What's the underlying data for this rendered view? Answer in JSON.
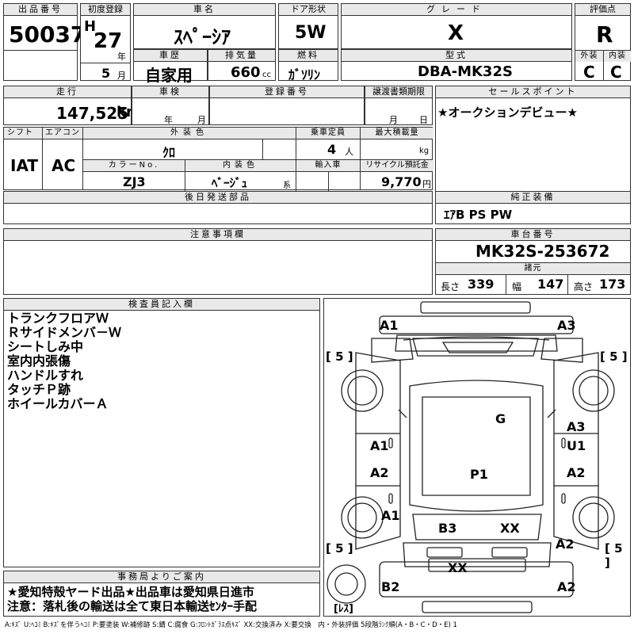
{
  "labels": {
    "lot_no": "出品番号",
    "first_reg": "初度登録",
    "car_name": "車名",
    "door": "ドア形状",
    "grade": "グレード",
    "score": "評価点",
    "year_unit": "年",
    "month_unit": "月",
    "history": "車歴",
    "displacement": "排気量",
    "fuel": "燃料",
    "model": "型式",
    "exterior": "外装",
    "interior": "内装",
    "mileage": "走行",
    "inspection": "車検",
    "reg_no": "登録番号",
    "transfer": "譲渡書類期限",
    "sales_point": "セールスポイント",
    "shift": "シフト",
    "aircon": "エアコン",
    "ext_color": "外装色",
    "capacity": "乗車定員",
    "max_load": "最大積載量",
    "color_no": "カラーNo.",
    "int_color": "内装色",
    "import": "輸入車",
    "recycle": "リサイクル預託金",
    "later_parts": "後日発送部品",
    "equipment": "純正装備",
    "notes_caution": "注意事項欄",
    "chassis": "車台番号",
    "specs": "諸元",
    "length": "長さ",
    "width": "幅",
    "height": "高さ",
    "inspector": "検査員記入欄",
    "office": "事務局よりご案内",
    "cc_unit": "cc",
    "km_unit": "km",
    "person_unit": "人",
    "kg_unit": "kg",
    "yen_unit": "円",
    "kei_unit": "系",
    "insp_year": "年",
    "insp_month": "月",
    "transfer_month": "月",
    "transfer_day": "日"
  },
  "values": {
    "lot_no": "50037",
    "era": "H",
    "year": "27",
    "month": "5",
    "car_name": "ｽﾍﾟｰｼｱ",
    "door": "5W",
    "grade": "X",
    "score": "R",
    "history": "自家用",
    "displacement": "660",
    "fuel": "ｶﾞｿﾘﾝ",
    "model": "DBA-MK32S",
    "exterior_grade": "C",
    "interior_grade": "C",
    "mileage": "147,525",
    "sales_point": "★オークションデビュー★",
    "shift": "IAT",
    "aircon": "AC",
    "ext_color": "ｸﾛ",
    "capacity": "4",
    "color_no": "ZJ3",
    "int_color": "ﾍﾞｰｼﾞｭ",
    "recycle": "9,770",
    "equipment": "ｴｱB PS PW",
    "chassis": "MK32S-253672",
    "length": "339",
    "width": "147",
    "height": "173"
  },
  "inspector_notes": [
    "トランクフロアＷ",
    "Ｒサイドメンバ－Ｗ",
    "シートしみ中",
    "室内内張傷",
    "ハンドルすれ",
    "タッチＰ跡",
    "ホイールカバーＡ"
  ],
  "office_notes": [
    "★愛知特殻ヤード出品★出品車は愛知県日進市",
    "注意：落札後の輸送は全て東日本輸送ｾﾝﾀｰ手配"
  ],
  "diagram": {
    "marks": {
      "front_left": "A1",
      "front_right": "A3",
      "windshield": "G",
      "left_front_door": "A1",
      "right_front_door_a": "A3",
      "right_front_door_u": "U1",
      "left_rear_door": "A2",
      "right_rear_door": "A2",
      "roof": "P1",
      "left_quarter": "A1",
      "rear_left": "B3",
      "rear_right": "XX",
      "right_quarter": "A2",
      "tail": "XX",
      "bumper_left": "B2",
      "bumper_right": "A2"
    },
    "tire_fl": "[ 5 ]",
    "tire_fr": "[ 5 ]",
    "tire_rl": "[ 5 ]",
    "tire_rr": "[ 5 ]",
    "spare": "[ﾚｽ]"
  },
  "legend": "A:ｷｽﾞ U:ﾍｺﾐ B:ｷｽﾞを伴うﾍｺﾐ P:要塗装 W:補修跡 S:錆 C:腐食 G:ﾌﾛﾝﾄｶﾞﾗｽ点ｷｽﾞ XX:交換済み X:要交換　内・外装評価 5段階ﾗﾝｸ順(A・B・C・D・E) 1"
}
